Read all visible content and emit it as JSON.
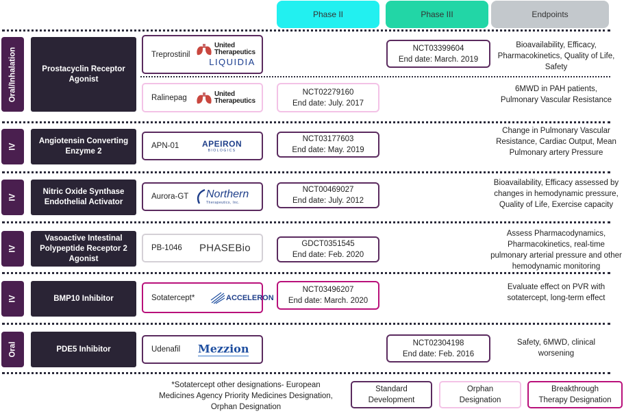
{
  "headers": {
    "phase2": "Phase II",
    "phase3": "Phase III",
    "endpoints": "Endpoints"
  },
  "colors": {
    "phase2": "#22f0f0",
    "phase3": "#22d6a6",
    "endpoints": "#c3c8cc",
    "route": "#4a1f4f",
    "target": "#2a2435",
    "standard": "#5a2a5e",
    "orphan": "#f3c2e6",
    "breakthrough": "#b8107a"
  },
  "rows": [
    {
      "route": "Oral/Inhalation",
      "target": "Prostacyclin Receptor Agonist",
      "drugs": [
        {
          "name": "Treprostinil",
          "logo": "united-therapeutics-liquidia-logo",
          "logo_text_1": "United",
          "logo_text_2": "Therapeutics",
          "logo_text_3": "LIQUIDIA",
          "trial": {
            "phase": "III",
            "id": "NCT03399604",
            "end": "End date: March. 2019",
            "designation": "Standard Development"
          },
          "endpoints": "Bioavailability, Efficacy, Pharmacokinetics, Quality of Life, Safety"
        },
        {
          "name": "Ralinepag",
          "logo": "united-therapeutics-logo",
          "logo_text_1": "United",
          "logo_text_2": "Therapeutics",
          "trial": {
            "phase": "II",
            "id": "NCT02279160",
            "end": "End date: July. 2017",
            "designation": "Orphan Designation"
          },
          "endpoints": "6MWD in PAH patients, Pulmonary Vascular Resistance"
        }
      ]
    },
    {
      "route": "IV",
      "target": "Angiotensin Converting Enzyme 2",
      "drugs": [
        {
          "name": "APN-01",
          "logo": "apeiron-logo",
          "logo_text_1": "APEIRON",
          "logo_text_2": "BIOLOGICS",
          "trial": {
            "phase": "II",
            "id": "NCT03177603",
            "end": "End date: May. 2019",
            "designation": "Standard Development"
          },
          "endpoints": "Change in Pulmonary Vascular Resistance, Cardiac Output, Mean Pulmonary artery Pressure"
        }
      ]
    },
    {
      "route": "IV",
      "target": "Nitric Oxide Synthase Endothelial Activator",
      "drugs": [
        {
          "name": "Aurora-GT",
          "logo": "northern-therapeutics-logo",
          "logo_text_1": "Northern",
          "logo_text_2": "Therapeutics, Inc.",
          "trial": {
            "phase": "II",
            "id": "NCT00469027",
            "end": "End date: July. 2012",
            "designation": "Standard Development"
          },
          "endpoints": "Bioavailability, Efficacy assessed by changes in hemodynamic pressure, Quality of Life, Exercise capacity"
        }
      ]
    },
    {
      "route": "IV",
      "target": "Vasoactive Intestinal Polypeptide Receptor 2 Agonist",
      "drugs": [
        {
          "name": "PB-1046",
          "logo": "phasebio-logo",
          "logo_text_1": "PHASEBio",
          "trial": {
            "phase": "II",
            "id": "GDCT0351545",
            "end": "End date: Feb. 2020",
            "designation": "Standard Development"
          },
          "endpoints": "Assess Pharmacodynamics, Pharmacokinetics, real-time pulmonary arterial pressure and other hemodynamic monitoring"
        }
      ]
    },
    {
      "route": "IV",
      "target": "BMP10 Inhibitor",
      "drugs": [
        {
          "name": "Sotatercept*",
          "logo": "acceleron-logo",
          "logo_text_1": "ACCELERON",
          "trial": {
            "phase": "II",
            "id": "NCT03496207",
            "end": "End date: March. 2020",
            "designation": "Breakthrough Therapy Designation"
          },
          "endpoints": "Evaluate effect on PVR with sotatercept, long-term effect"
        }
      ]
    },
    {
      "route": "Oral",
      "target": "PDE5 Inhibitor",
      "drugs": [
        {
          "name": "Udenafil",
          "logo": "mezzion-logo",
          "logo_text_1": "Mezzion",
          "trial": {
            "phase": "III",
            "id": "NCT02304198",
            "end": "End date: Feb. 2016",
            "designation": "Standard Development"
          },
          "endpoints": "Safety, 6MWD, clinical worsening"
        }
      ]
    }
  ],
  "footnote": "*Sotatercept other designations- European Medicines Agency Priority Medicines Designation, Orphan Designation",
  "legend": {
    "standard_1": "Standard",
    "standard_2": "Development",
    "orphan_1": "Orphan",
    "orphan_2": "Designation",
    "breakthrough_1": "Breakthrough",
    "breakthrough_2": "Therapy Designation"
  }
}
